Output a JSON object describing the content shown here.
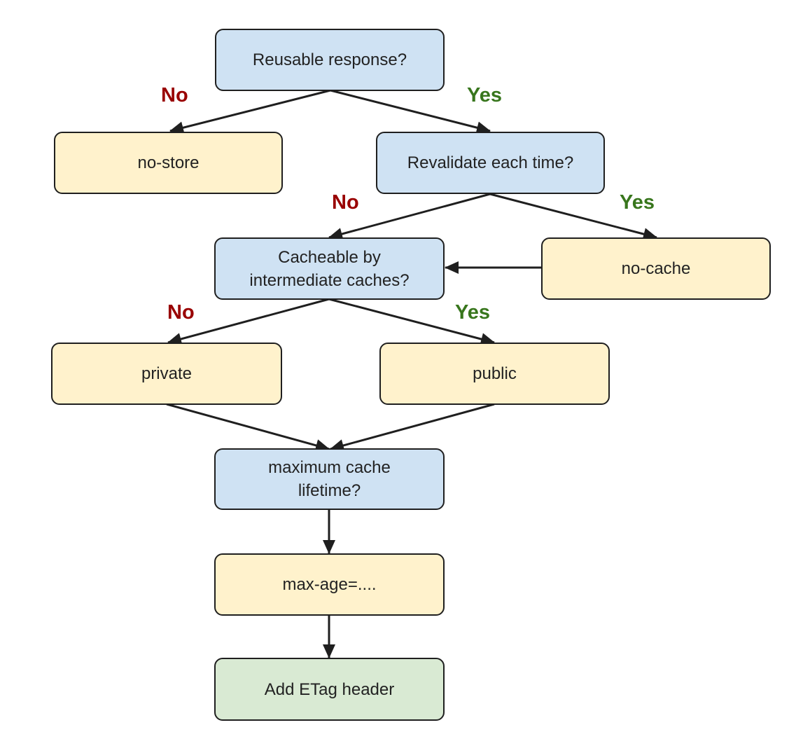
{
  "colors": {
    "question_fill": "#cfe2f3",
    "action_fill": "#fff2cc",
    "final_fill": "#d9ead3",
    "no_label": "#990000",
    "yes_label": "#38761d",
    "line": "#1f1f1f"
  },
  "nodes": {
    "reusable": "Reusable response?",
    "no_store": "no-store",
    "revalidate": "Revalidate each time?",
    "cacheable_line1": "Cacheable by",
    "cacheable_line2": "intermediate caches?",
    "no_cache": "no-cache",
    "private": "private",
    "public": "public",
    "max_lifetime_line1": "maximum cache",
    "max_lifetime_line2": "lifetime?",
    "max_age": "max-age=....",
    "etag": "Add ETag header"
  },
  "labels": {
    "no": "No",
    "yes": "Yes"
  }
}
